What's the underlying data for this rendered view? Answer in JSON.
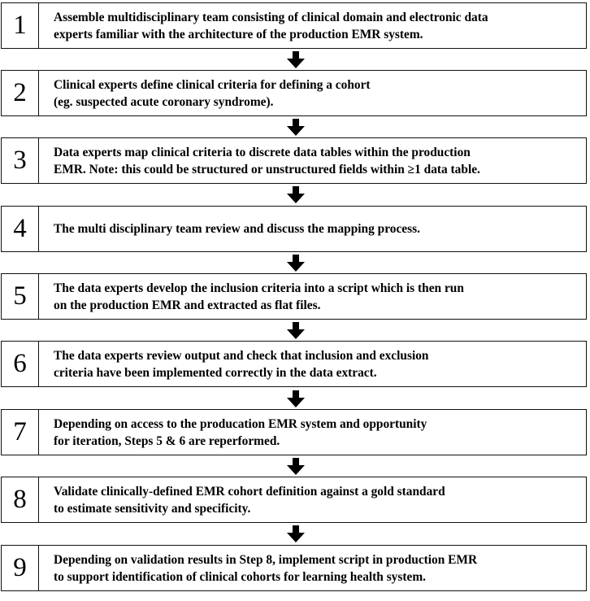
{
  "steps": [
    {
      "number": "1",
      "text": "Assemble multidisciplinary team consisting of clinical domain and electronic data\nexperts familiar with the architecture of the production EMR system."
    },
    {
      "number": "2",
      "text": "Clinical experts define clinical criteria for defining a cohort\n(eg. suspected acute coronary syndrome)."
    },
    {
      "number": "3",
      "text": "Data experts map clinical criteria to discrete data tables within the production\nEMR. Note: this could be structured or unstructured fields within ≥1 data table."
    },
    {
      "number": "4",
      "text": "The multi disciplinary team review and discuss the mapping process."
    },
    {
      "number": "5",
      "text": "The data experts develop the inclusion criteria into a script which is then run\non the production EMR and extracted as flat files."
    },
    {
      "number": "6",
      "text": "The data experts review output and check that inclusion and exclusion\ncriteria have been implemented correctly in the data extract."
    },
    {
      "number": "7",
      "text": "Depending on access to the producation EMR system and opportunity\nfor iteration, Steps 5 & 6 are reperformed."
    },
    {
      "number": "8",
      "text": "Validate clinically-defined EMR cohort definition against a gold standard\nto estimate sensitivity and specificity."
    },
    {
      "number": "9",
      "text": "Depending on validation results in Step 8, implement script in production EMR\nto support identification of clinical cohorts for learning health system."
    }
  ]
}
